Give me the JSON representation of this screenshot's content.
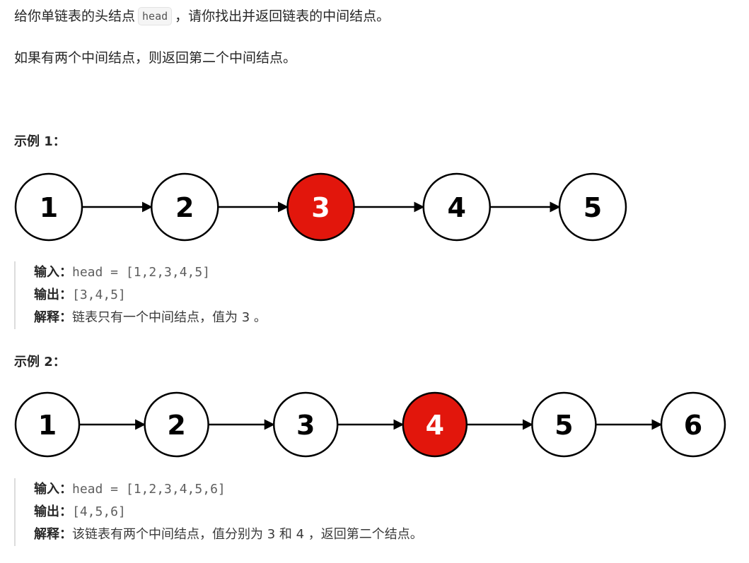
{
  "intro": {
    "part1": "给你单链表的头结点",
    "code": "head",
    "part2": "，请你找出并返回链表的中间结点。"
  },
  "note": "如果有两个中间结点，则返回第二个中间结点。",
  "examples": [
    {
      "title": "示例 1：",
      "nodes": [
        "1",
        "2",
        "3",
        "4",
        "5"
      ],
      "highlight_index": 2,
      "input_label": "输入：",
      "input_value": "head = [1,2,3,4,5]",
      "output_label": "输出：",
      "output_value": "[3,4,5]",
      "explain_label": "解释：",
      "explain_text": "链表只有一个中间结点，值为 3 。"
    },
    {
      "title": "示例 2：",
      "nodes": [
        "1",
        "2",
        "3",
        "4",
        "5",
        "6"
      ],
      "highlight_index": 3,
      "input_label": "输入：",
      "input_value": "head = [1,2,3,4,5,6]",
      "output_label": "输出：",
      "output_value": "[4,5,6]",
      "explain_label": "解释：",
      "explain_text": "该链表有两个中间结点，值分别为 3 和 4 ，返回第二个结点。"
    }
  ],
  "colors": {
    "highlight_fill": "#e2160c",
    "node_fill": "#ffffff",
    "stroke": "#000000"
  }
}
